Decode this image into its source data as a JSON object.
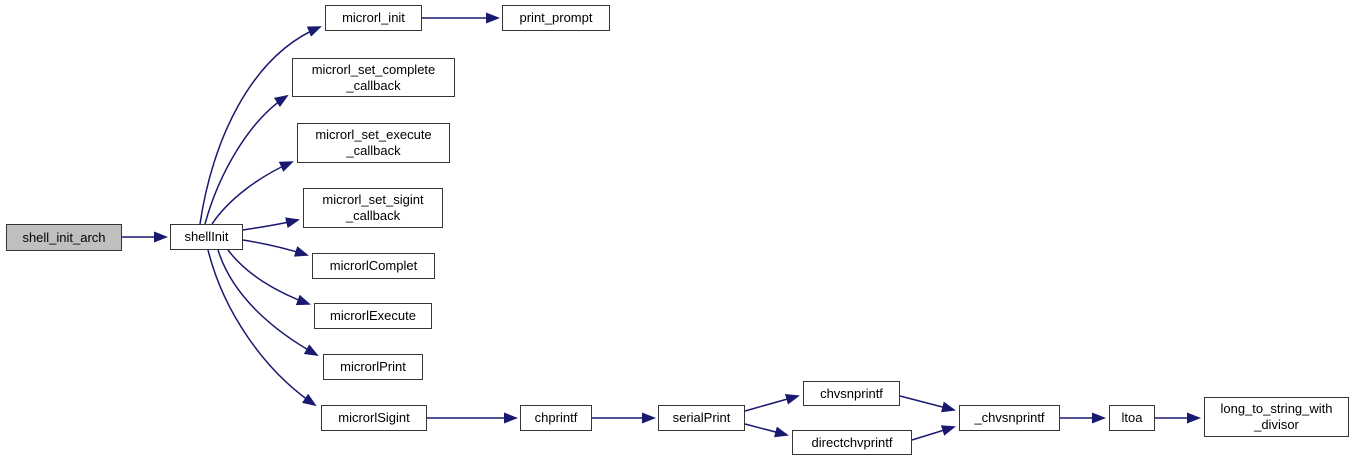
{
  "colors": {
    "page_bg": "#ffffff",
    "edge": "#191970",
    "node_border": "#353535",
    "node_fill": "#ffffff",
    "highlight_fill": "#bfbfbf",
    "text": "#000000"
  },
  "nodes": [
    {
      "id": "shell_init_arch",
      "label": "shell_init_arch",
      "highlighted": true
    },
    {
      "id": "shellInit",
      "label": "shellInit"
    },
    {
      "id": "microrl_init",
      "label": "microrl_init"
    },
    {
      "id": "microrl_set_complete_callback",
      "label": "microrl_set_complete\n_callback"
    },
    {
      "id": "microrl_set_execute_callback",
      "label": "microrl_set_execute\n_callback"
    },
    {
      "id": "microrl_set_sigint_callback",
      "label": "microrl_set_sigint\n_callback"
    },
    {
      "id": "microrlComplet",
      "label": "microrlComplet"
    },
    {
      "id": "microrlExecute",
      "label": "microrlExecute"
    },
    {
      "id": "microrlPrint",
      "label": "microrlPrint"
    },
    {
      "id": "microrlSigint",
      "label": "microrlSigint"
    },
    {
      "id": "print_prompt",
      "label": "print_prompt"
    },
    {
      "id": "chprintf",
      "label": "chprintf"
    },
    {
      "id": "serialPrint",
      "label": "serialPrint"
    },
    {
      "id": "chvsnprintf",
      "label": "chvsnprintf"
    },
    {
      "id": "directchvprintf",
      "label": "directchvprintf"
    },
    {
      "id": "_chvsnprintf",
      "label": "_chvsnprintf"
    },
    {
      "id": "ltoa",
      "label": "ltoa"
    },
    {
      "id": "long_to_string_with_divisor",
      "label": "long_to_string_with\n_divisor"
    }
  ],
  "edges": [
    {
      "from": "shell_init_arch",
      "to": "shellInit"
    },
    {
      "from": "shellInit",
      "to": "microrl_init"
    },
    {
      "from": "shellInit",
      "to": "microrl_set_complete_callback"
    },
    {
      "from": "shellInit",
      "to": "microrl_set_execute_callback"
    },
    {
      "from": "shellInit",
      "to": "microrl_set_sigint_callback"
    },
    {
      "from": "shellInit",
      "to": "microrlComplet"
    },
    {
      "from": "shellInit",
      "to": "microrlExecute"
    },
    {
      "from": "shellInit",
      "to": "microrlPrint"
    },
    {
      "from": "shellInit",
      "to": "microrlSigint"
    },
    {
      "from": "microrl_init",
      "to": "print_prompt"
    },
    {
      "from": "microrlSigint",
      "to": "chprintf"
    },
    {
      "from": "chprintf",
      "to": "serialPrint"
    },
    {
      "from": "serialPrint",
      "to": "chvsnprintf"
    },
    {
      "from": "serialPrint",
      "to": "directchvprintf"
    },
    {
      "from": "chvsnprintf",
      "to": "_chvsnprintf"
    },
    {
      "from": "directchvprintf",
      "to": "_chvsnprintf"
    },
    {
      "from": "_chvsnprintf",
      "to": "ltoa"
    },
    {
      "from": "ltoa",
      "to": "long_to_string_with_divisor"
    }
  ]
}
